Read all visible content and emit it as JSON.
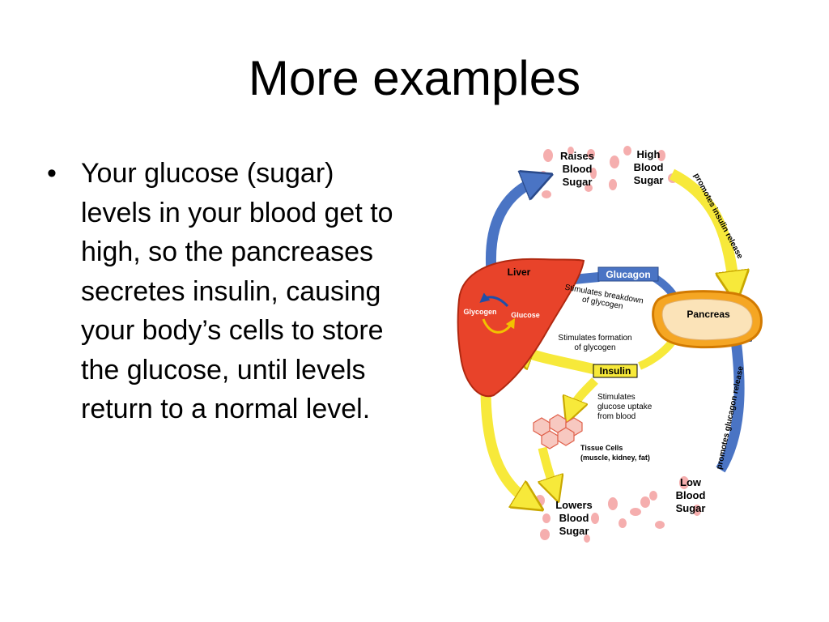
{
  "slide": {
    "title": "More examples",
    "bullets": [
      "Your glucose (sugar) levels in your blood get to high, so the pancreases secretes insulin, causing your body’s cells to store the glucose, until levels return to a normal level."
    ]
  },
  "diagram": {
    "raises_blood_sugar": [
      "Raises",
      "Blood",
      "Sugar"
    ],
    "high_blood_sugar": [
      "High",
      "Blood",
      "Sugar"
    ],
    "low_blood_sugar": [
      "Low",
      "Blood",
      "Sugar"
    ],
    "lowers_blood_sugar": [
      "Lowers",
      "Blood",
      "Sugar"
    ],
    "liver": "Liver",
    "glycogen": "Glycogen",
    "glucose": "Glucose",
    "pancreas": "Pancreas",
    "glucagon": "Glucagon",
    "insulin": "Insulin",
    "promotes_insulin_release": "promotes insulin release",
    "promotes_glucagon_release": "promotes glucagon release",
    "stimulates_breakdown": [
      "Stimulates breakdown",
      "of glycogen"
    ],
    "stimulates_formation": [
      "Stimulates formation",
      "of glycogen"
    ],
    "stimulates_uptake": [
      "Stimulates",
      "glucose uptake",
      "from blood"
    ],
    "tissue_cells": [
      "Tissue Cells",
      "(muscle, kidney, fat)"
    ],
    "colors": {
      "liver": "#e8432a",
      "pancreas": "#f5a623",
      "arrow_yellow": "#f7e93a",
      "arrow_blue": "#4a74c4",
      "blood_cell": "#f4a0a0"
    }
  }
}
